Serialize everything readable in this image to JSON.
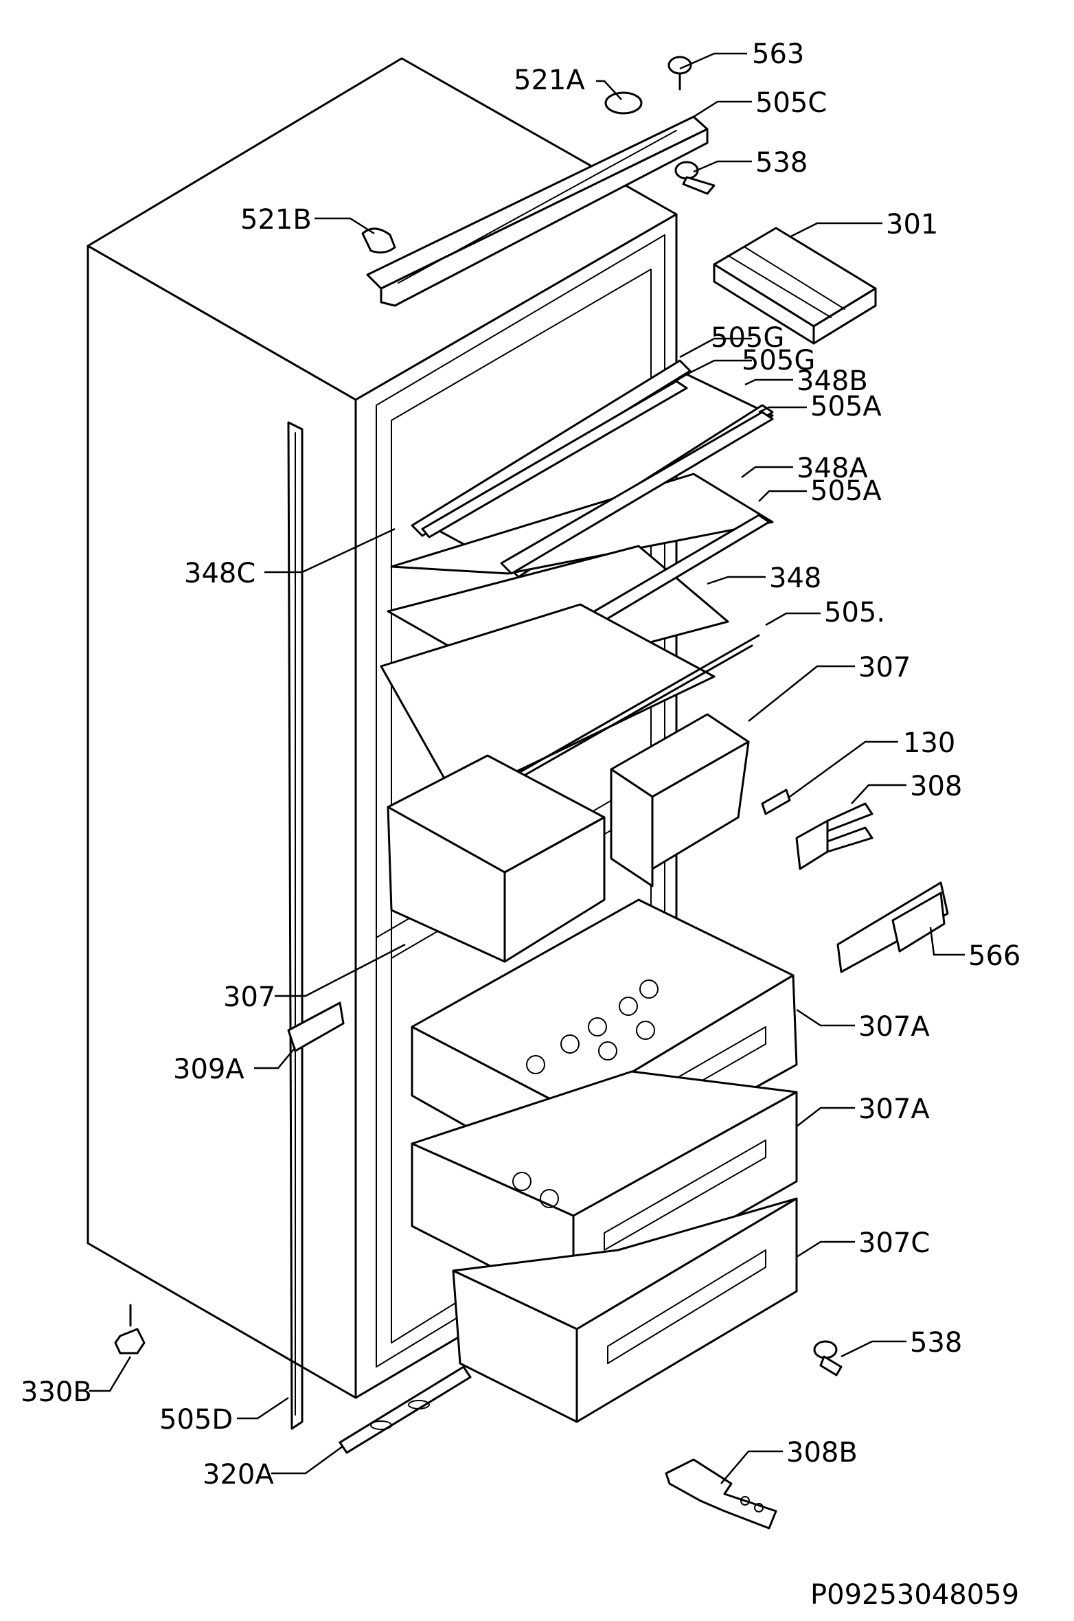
{
  "callouts": {
    "c563": "563",
    "c521a": "521A",
    "c505c": "505C",
    "c538a": "538",
    "c521b": "521B",
    "c301": "301",
    "c505g1": "505G",
    "c505g2": "505G",
    "c348b": "348B",
    "c505a1": "505A",
    "c348a": "348A",
    "c505a2": "505A",
    "c348c": "348C",
    "c348": "348",
    "c505x": "505.",
    "c307top": "307",
    "c130": "130",
    "c308": "308",
    "c566": "566",
    "c307left": "307",
    "c307a1": "307A",
    "c309a": "309A",
    "c307a2": "307A",
    "c307c": "307C",
    "c538b": "538",
    "c330b": "330B",
    "c505d": "505D",
    "c308b": "308B",
    "c320a": "320A"
  },
  "drawing_code": "P09253048059"
}
